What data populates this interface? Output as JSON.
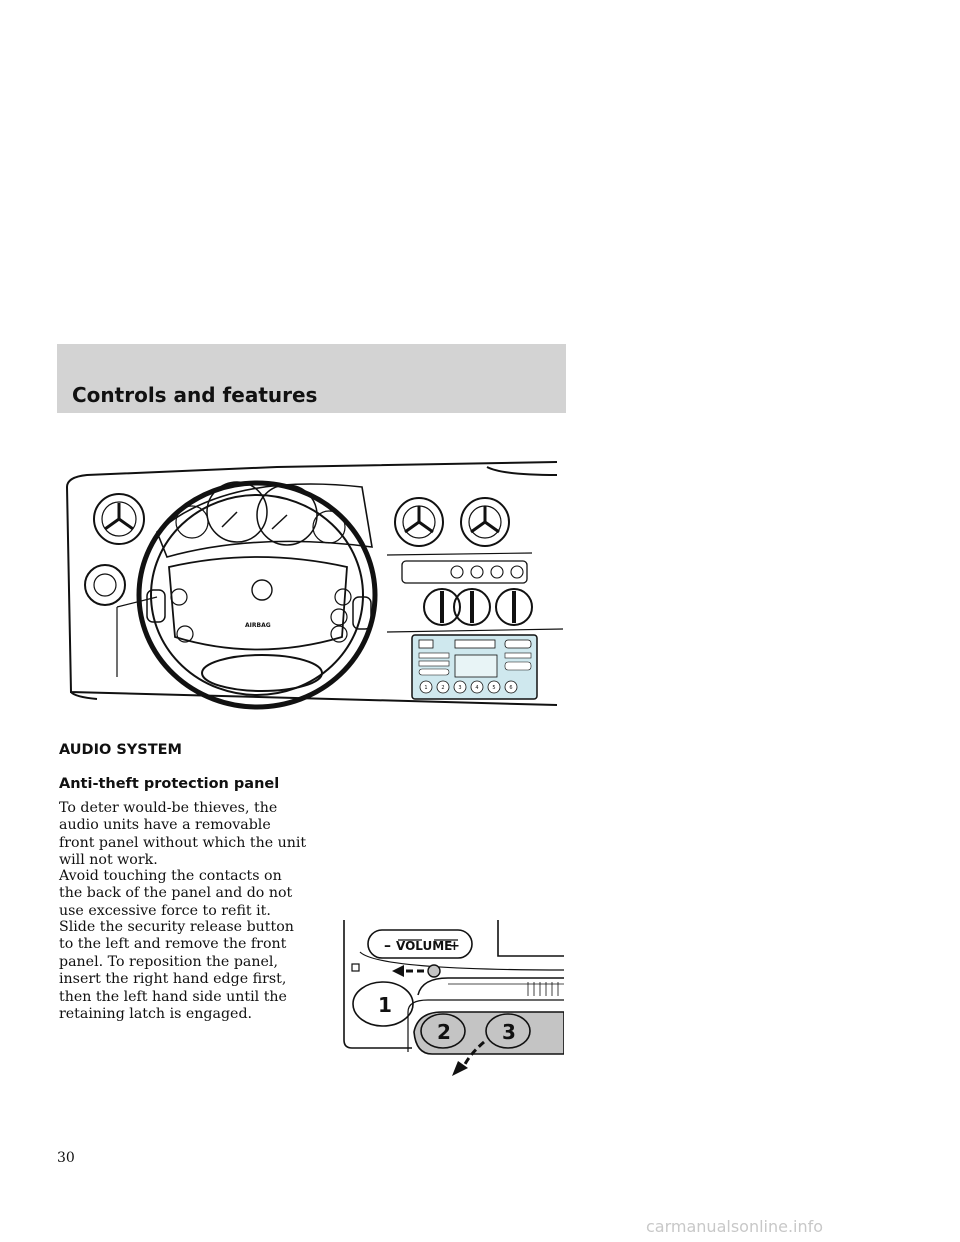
{
  "header": {
    "title": "Controls and features"
  },
  "figure_dashboard": {
    "airbag_label": "AIRBAG",
    "radio_buttons": [
      "1",
      "2",
      "3",
      "4",
      "5",
      "6"
    ],
    "radio_accent": "#cfe8ee"
  },
  "section": {
    "heading": "AUDIO SYSTEM",
    "subheading": "Anti-theft protection panel",
    "paragraphs": [
      "To deter would-be thieves, the audio units have a removable front panel without which the unit will not work.",
      "Avoid touching the contacts on the back of the panel and do not use excessive force to refit it.",
      "Slide the security release button to the left and remove the front panel. To reposition the panel, insert the right hand edge first, then the left hand side until the retaining latch is engaged."
    ]
  },
  "figure_panel": {
    "volume_label": "VOLUME",
    "minus": "–",
    "plus": "+",
    "callouts": [
      "1",
      "2",
      "3"
    ]
  },
  "footer": {
    "page_number": "30"
  },
  "watermark": "carmanualsonline.info"
}
